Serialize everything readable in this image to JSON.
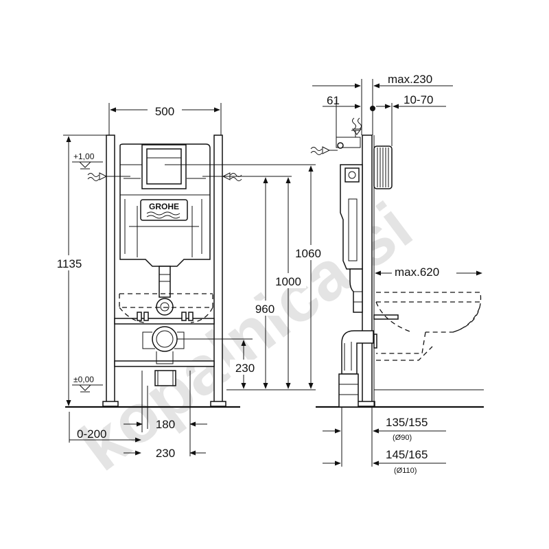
{
  "watermark": "kopalnica.si",
  "brand_logo": "GROHE",
  "front_view": {
    "width_label": "500",
    "height_label": "1135",
    "level_top": "+1,00",
    "level_floor": "±0,00",
    "height_1060": "1060",
    "height_1000": "1000",
    "height_960": "960",
    "height_230": "230",
    "dim_180": "180",
    "dim_0_200": "0-200",
    "dim_230_bottom": "230"
  },
  "side_view": {
    "max_230": "max.230",
    "dim_61": "61",
    "dim_10_70": "10-70",
    "max_620": "max.620",
    "dim_135_155": "135/155",
    "dia_90": "(Ø90)",
    "dim_145_165": "145/165",
    "dia_110": "(Ø110)"
  }
}
